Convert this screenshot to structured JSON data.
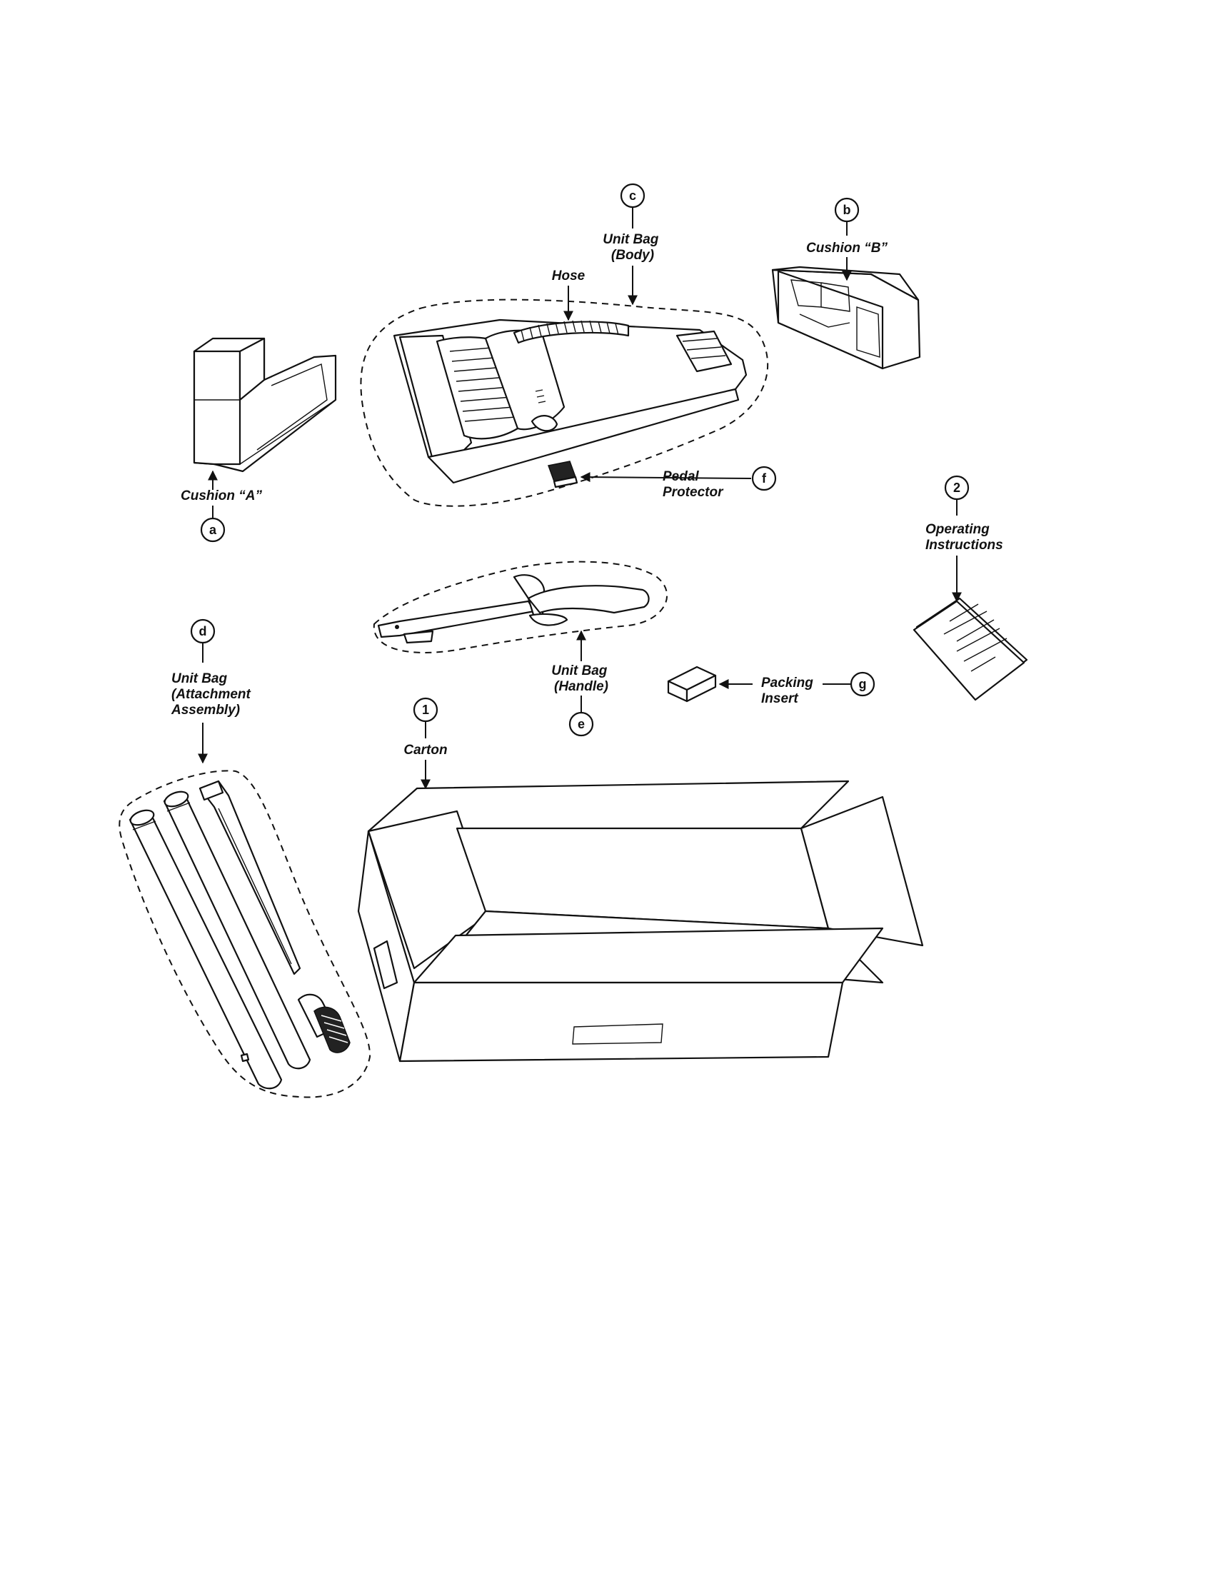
{
  "callouts": {
    "c": {
      "id": "c",
      "label": "Unit Bag\n(Body)"
    },
    "b": {
      "id": "b",
      "label": "Cushion “B”"
    },
    "a": {
      "id": "a",
      "label": "Cushion “A”"
    },
    "f": {
      "id": "f",
      "label": "Pedal\nProtector"
    },
    "item2": {
      "id": "2",
      "label": "Operating\nInstructions"
    },
    "d": {
      "id": "d",
      "label": "Unit Bag\n(Attachment\nAssembly)"
    },
    "e": {
      "id": "e",
      "label": "Unit Bag\n(Handle)"
    },
    "g": {
      "id": "g",
      "label": "Packing\nInsert"
    },
    "item1": {
      "id": "1",
      "label": "Carton"
    },
    "hose": {
      "label": "Hose"
    }
  }
}
